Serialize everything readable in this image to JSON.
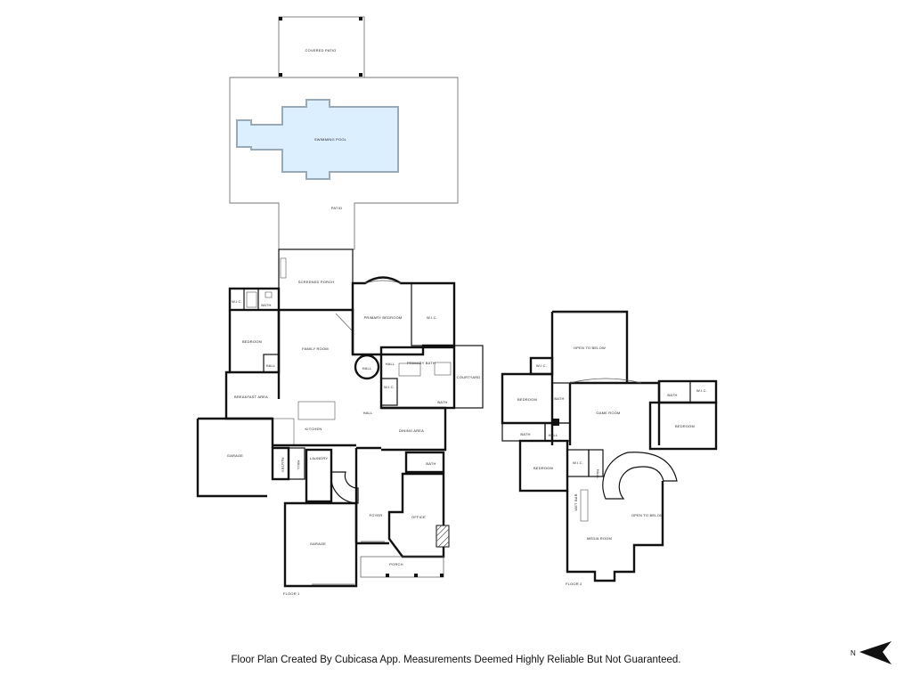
{
  "floor1": {
    "label": "FLOOR 1",
    "rooms": {
      "covered_patio": "COVERED PATIO",
      "swimming_pool": "SWIMMING POOL",
      "patio": "PATIO",
      "screened_porch": "SCREENED PORCH",
      "bath_1": "BATH",
      "wic_1": "W.I.C.",
      "bedroom": "BEDROOM",
      "hall_1": "HALL",
      "family_room": "FAMILY ROOM",
      "primary_bedroom": "PRIMARY BEDROOM",
      "wic_2": "W.I.C.",
      "hall_2": "HALL",
      "hall_3": "HALL",
      "primary_bath": "PRIMARY BATH",
      "wic_3": "W.I.C.",
      "courtyard": "COURTYARD",
      "breakfast_area": "BREAKFAST AREA",
      "hall_4": "HALL",
      "bath_2": "BATH",
      "kitchen": "KITCHEN",
      "dining_area": "DINING AREA",
      "garage_1": "GARAGE",
      "pantry": "PANTRY",
      "hall_5": "HALL",
      "laundry": "LAUNDRY",
      "bath_3": "BATH",
      "foyer": "FOYER",
      "office": "OFFICE",
      "garage_2": "GARAGE",
      "porch": "PORCH"
    }
  },
  "floor2": {
    "label": "FLOOR 2",
    "rooms": {
      "open_to_below_1": "OPEN TO BELOW",
      "wic_1": "W.I.C.",
      "bedroom_1": "BEDROOM",
      "bath_1": "BATH",
      "game_room": "GAME ROOM",
      "bath_2": "BATH",
      "wic_2": "W.I.C.",
      "bedroom_2": "BEDROOM",
      "bath_3": "BATH",
      "hall_1": "HALL",
      "bedroom_3": "BEDROOM",
      "wic_3": "W.I.C.",
      "hall_2": "HALL",
      "wet_bar": "WET BAR",
      "open_to_below_2": "OPEN TO BELOW",
      "media_room": "MEDIA ROOM"
    }
  },
  "footer": {
    "text": "Floor Plan Created By Cubicasa App. Measurements Deemed Highly Reliable But Not Guaranteed."
  },
  "compass": {
    "label": "N"
  },
  "colors": {
    "pool_fill": "#dcefff",
    "pool_stroke": "#9aa9b6",
    "wall": "#111111",
    "background": "#ffffff"
  }
}
